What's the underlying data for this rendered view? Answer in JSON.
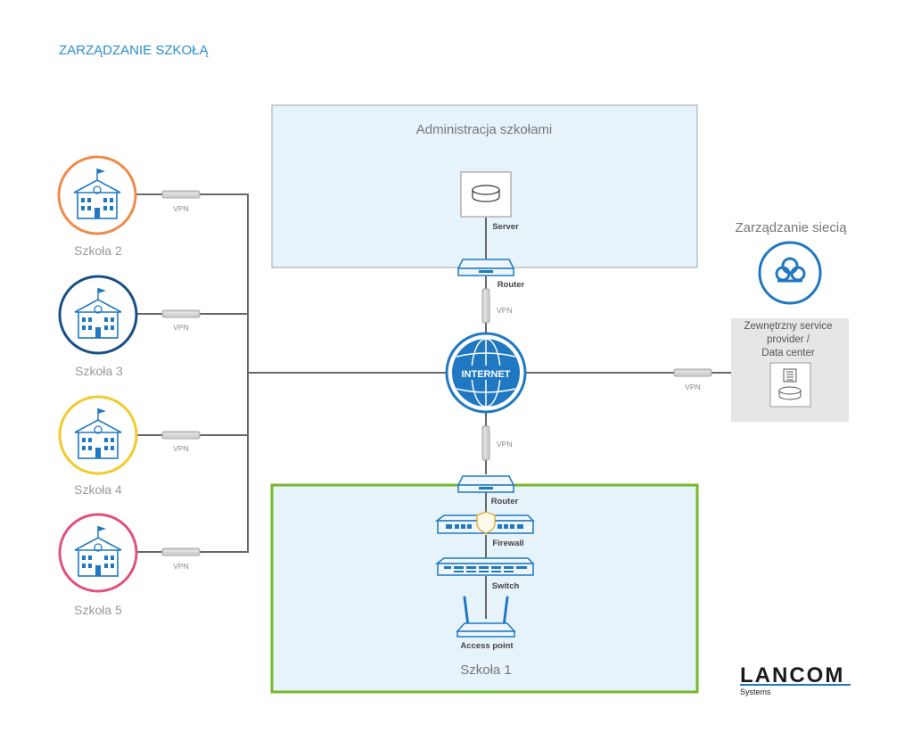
{
  "title": "ZARZĄDZANIE SZKOŁĄ",
  "admin_area": {
    "label": "Administracja szkołami",
    "server_label": "Server",
    "router_label": "Router"
  },
  "network_mgmt": {
    "label": "Zarządzanie siecią",
    "provider_lines": [
      "Zewnętrzny service",
      "provider /",
      "Data center"
    ]
  },
  "internet_label": "INTERNET",
  "vpn_label": "VPN",
  "schools": [
    {
      "label": "Szkoła 2",
      "color": "#ef8a4a"
    },
    {
      "label": "Szkoła 3",
      "color": "#174f86"
    },
    {
      "label": "Szkoła 4",
      "color": "#f1cb2b"
    },
    {
      "label": "Szkoła 5",
      "color": "#e2507c"
    }
  ],
  "school1": {
    "label": "Szkoła 1",
    "devices": [
      "Router",
      "Firewall",
      "Switch",
      "Access point"
    ]
  },
  "logo": {
    "name": "LANCOM",
    "sub": "Systems"
  },
  "colors": {
    "accent": "#1f78c1",
    "admin_bg": "#e7f3fb",
    "school1_border": "#76b82a",
    "provider_bg": "#e6e6e6"
  }
}
